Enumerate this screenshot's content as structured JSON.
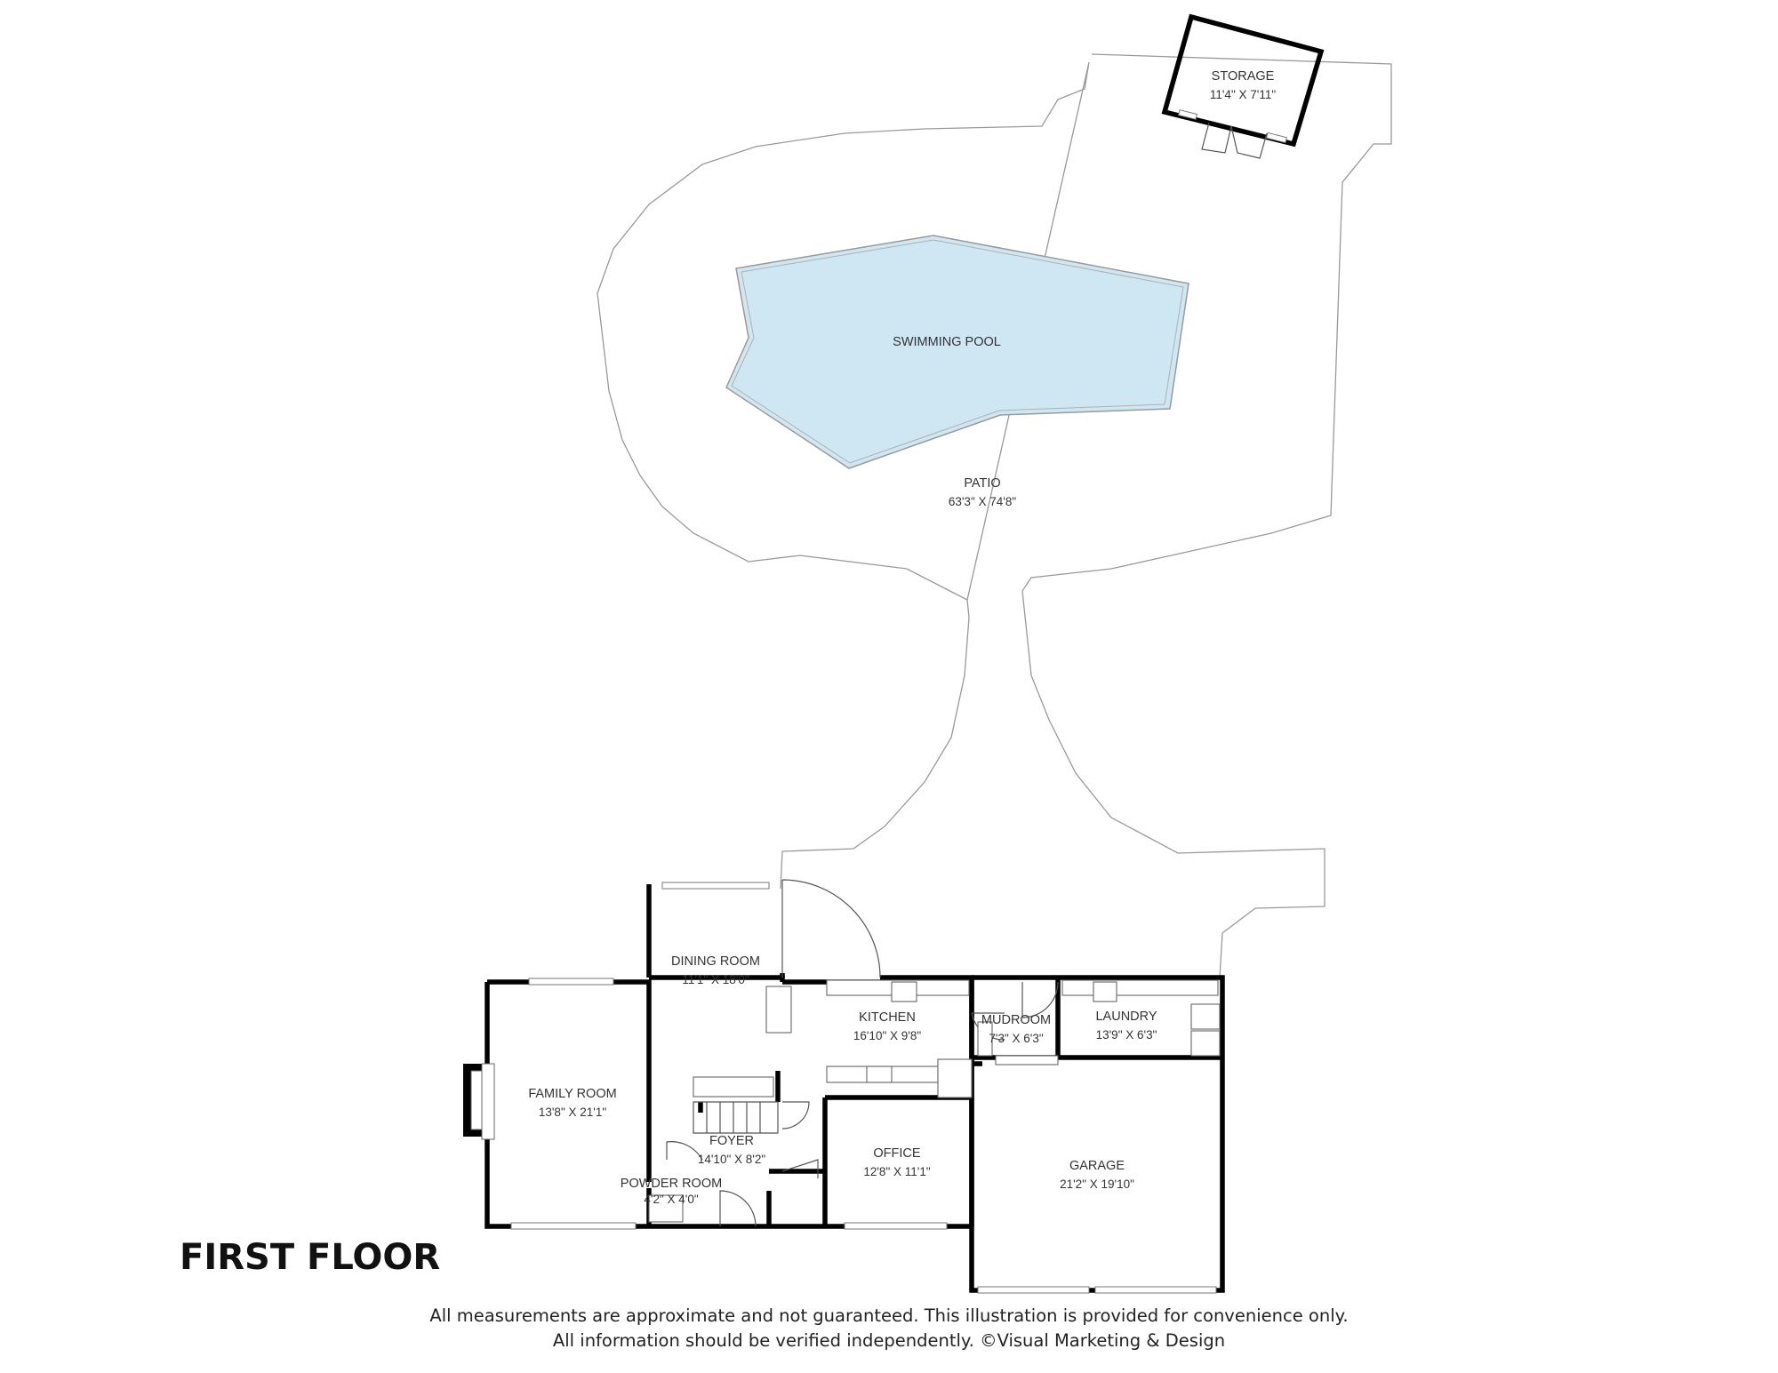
{
  "floor_title": "FIRST FLOOR",
  "disclaimer": {
    "line1": "All measurements are approximate and not guaranteed. This illustration is provided for convenience only.",
    "line2": "All information should be verified independently. ©Visual Marketing & Design"
  },
  "rooms": {
    "storage": {
      "name": "STORAGE",
      "dims": "11'4\" X 7'11\""
    },
    "pool": {
      "name": "SWIMMING POOL"
    },
    "patio": {
      "name": "PATIO",
      "dims": "63'3\" X 74'8\""
    },
    "dining": {
      "name": "DINING ROOM",
      "dims": "11'1\" X 18'0\""
    },
    "kitchen": {
      "name": "KITCHEN",
      "dims": "16'10\" X 9'8\""
    },
    "mudroom": {
      "name": "MUDROOM",
      "dims": "7'3\" X 6'3\""
    },
    "laundry": {
      "name": "LAUNDRY",
      "dims": "13'9\" X 6'3\""
    },
    "family": {
      "name": "FAMILY ROOM",
      "dims": "13'8\" X 21'1\""
    },
    "foyer": {
      "name": "FOYER",
      "dims": "14'10\" X 8'2\""
    },
    "office": {
      "name": "OFFICE",
      "dims": "12'8\" X 11'1\""
    },
    "garage": {
      "name": "GARAGE",
      "dims": "21'2\" X 19'10\""
    },
    "powder": {
      "name": "POWDER ROOM",
      "dims": "4'2\" X 4'0\""
    }
  },
  "colors": {
    "pool_fill": "#cfe6f3",
    "pool_edge": "#9a9a9a",
    "wall": "#000000",
    "patio_line": "#999999"
  }
}
